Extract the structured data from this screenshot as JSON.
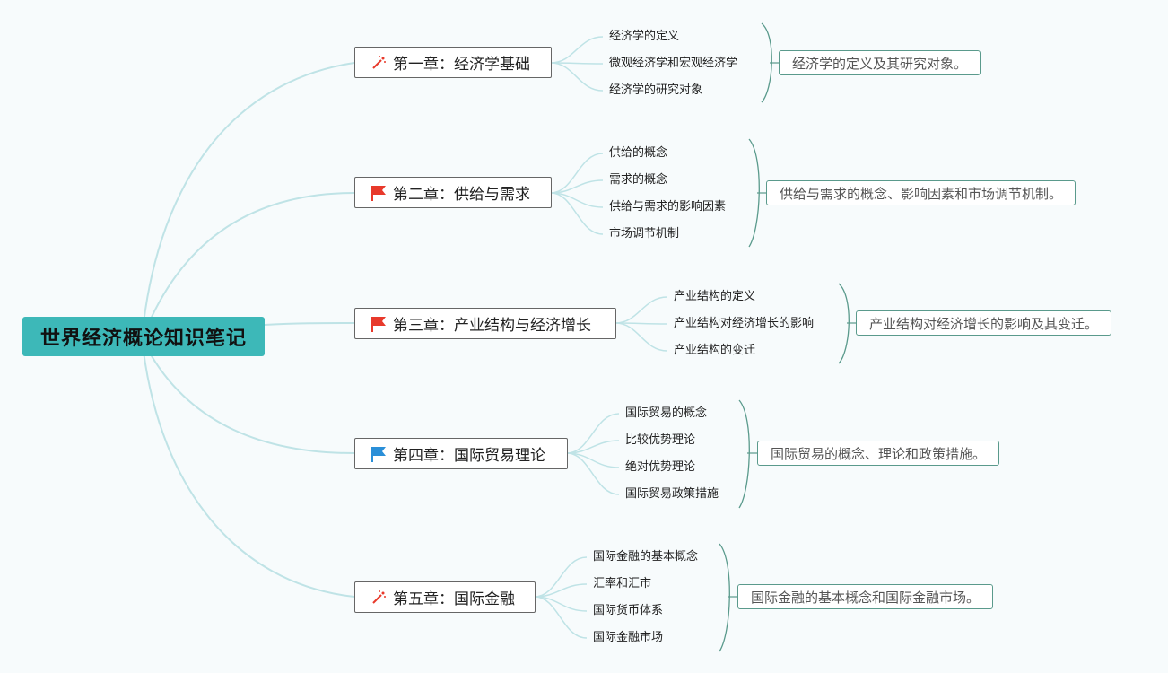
{
  "root": {
    "title": "世界经济概论知识笔记"
  },
  "chapters": [
    {
      "title": "第一章：经济学基础",
      "icon": "wand-icon",
      "topics": [
        "经济学的定义",
        "微观经济学和宏观经济学",
        "经济学的研究对象"
      ],
      "summary": "经济学的定义及其研究对象。"
    },
    {
      "title": "第二章：供给与需求",
      "icon": "red-flag-icon",
      "topics": [
        "供给的概念",
        "需求的概念",
        "供给与需求的影响因素",
        "市场调节机制"
      ],
      "summary": "供给与需求的概念、影响因素和市场调节机制。"
    },
    {
      "title": "第三章：产业结构与经济增长",
      "icon": "red-flag-icon",
      "topics": [
        "产业结构的定义",
        "产业结构对经济增长的影响",
        "产业结构的变迁"
      ],
      "summary": "产业结构对经济增长的影响及其变迁。"
    },
    {
      "title": "第四章：国际贸易理论",
      "icon": "blue-flag-icon",
      "topics": [
        "国际贸易的概念",
        "比较优势理论",
        "绝对优势理论",
        "国际贸易政策措施"
      ],
      "summary": "国际贸易的概念、理论和政策措施。"
    },
    {
      "title": "第五章：国际金融",
      "icon": "wand-icon",
      "topics": [
        "国际金融的基本概念",
        "汇率和汇市",
        "国际货币体系",
        "国际金融市场"
      ],
      "summary": "国际金融的基本概念和国际金融市场。"
    }
  ],
  "colors": {
    "root_bg": "#3db8b8",
    "branch_line": "#bfe3e6",
    "bracket_line": "#5a9a8c",
    "flag_red": "#e8392b",
    "flag_blue": "#2a8fd8"
  }
}
